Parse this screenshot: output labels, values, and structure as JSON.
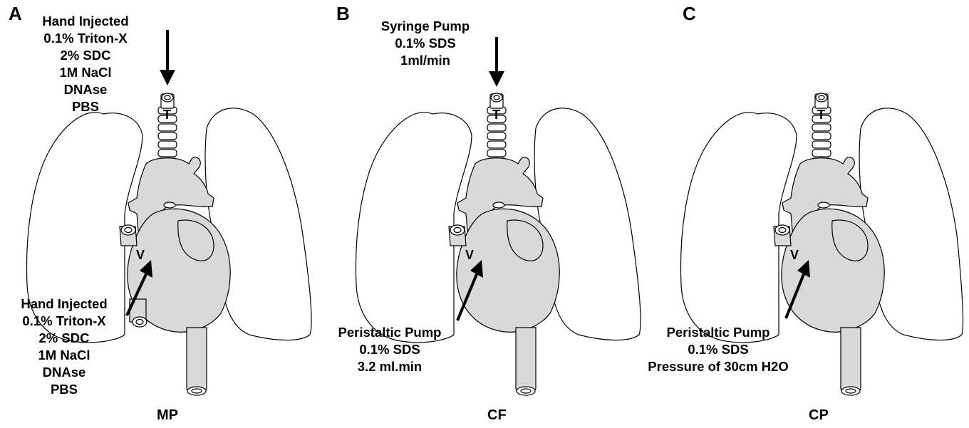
{
  "panels": [
    {
      "letter": "A",
      "top_lines": [
        "Hand Injected",
        "0.1% Triton-X",
        "2% SDC",
        "1M NaCl",
        "DNAse",
        "PBS"
      ],
      "bottom_lines": [
        "Hand Injected",
        "0.1% Triton-X",
        "2% SDC",
        "1M NaCl",
        "DNAse",
        "PBS"
      ],
      "trachea_label": "T",
      "vessel_label": "V",
      "group_label": "MP"
    },
    {
      "letter": "B",
      "top_lines": [
        "Syringe Pump",
        "0.1% SDS",
        "1ml/min"
      ],
      "bottom_lines": [
        "Peristaltic Pump",
        "0.1% SDS",
        "3.2 ml.min"
      ],
      "trachea_label": "T",
      "vessel_label": "V",
      "group_label": "CF"
    },
    {
      "letter": "C",
      "top_lines": [],
      "bottom_lines": [
        "Peristaltic Pump",
        "0.1% SDS",
        "Pressure of 30cm H2O"
      ],
      "trachea_label": "T",
      "vessel_label": "V",
      "group_label": "CP"
    }
  ],
  "colors": {
    "organ_fill": "#d9d9d9",
    "stroke": "#000000",
    "background": "#ffffff"
  }
}
